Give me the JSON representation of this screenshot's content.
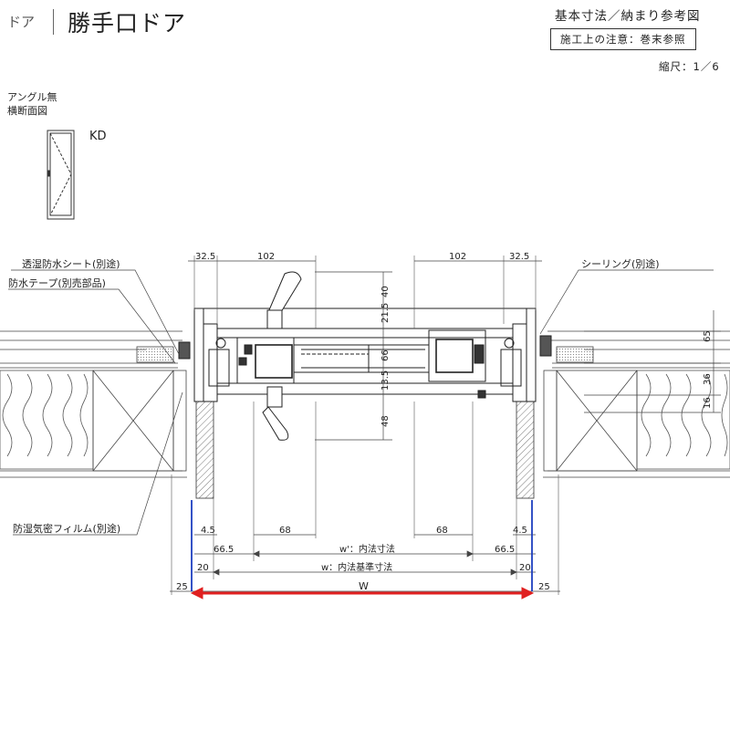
{
  "header": {
    "category": "ドア",
    "title": "勝手口ドア",
    "subtitle": "基本寸法／納まり参考図",
    "note": "施工上の注意：巻末参照",
    "scale": "縮尺：1／6"
  },
  "section": {
    "line1": "アングル無",
    "line2": "横断面図",
    "door_code": "KD"
  },
  "callouts": {
    "moisture_sheet": "透湿防水シート(別途)",
    "waterproof_tape": "防水テープ(別売部品)",
    "moisture_film": "防湿気密フィルム(別途)",
    "sealing": "シーリング(別途)"
  },
  "dims": {
    "top_left_325": "32.5",
    "top_left_102": "102",
    "top_right_102": "102",
    "top_right_325": "32.5",
    "v40": "40",
    "v215": "21.5",
    "v66": "66",
    "v135": "13.5",
    "v48": "48",
    "v65": "65",
    "v36": "36",
    "v16": "16",
    "left_45": "4.5",
    "left_68": "68",
    "right_68": "68",
    "right_45": "4.5",
    "left_665": "66.5",
    "wprime": "w'：内法寸法",
    "right_665": "66.5",
    "left_20": "20",
    "w_inner": "w：内法基準寸法",
    "right_20": "20",
    "left_25": "25",
    "W": "W",
    "right_25": "25"
  },
  "colors": {
    "accent_red": "#e02020",
    "accent_blue": "#1e3fbf"
  }
}
